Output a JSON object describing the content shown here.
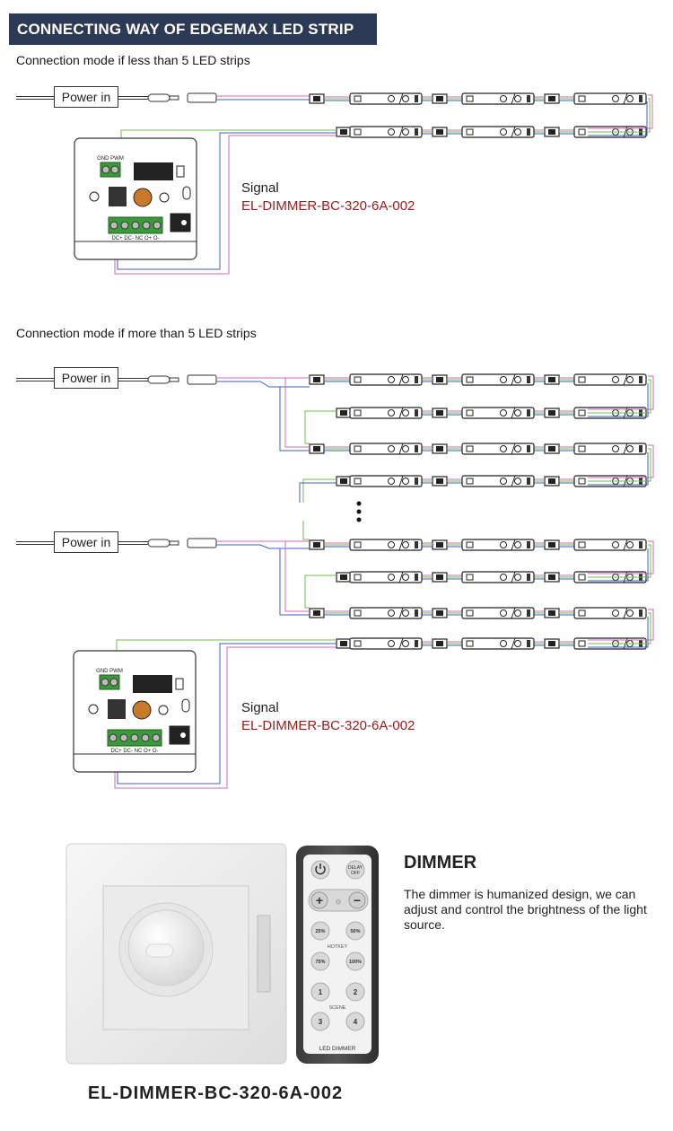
{
  "title": "CONNECTING WAY OF EDGEMAX LED STRIP",
  "section1": {
    "label": "Connection mode if less than 5 LED strips",
    "power_label": "Power in",
    "signal_label": "Signal",
    "model": "EL-DIMMER-BC-320-6A-002"
  },
  "section2": {
    "label": "Connection mode if more than 5 LED strips",
    "power_label": "Power in",
    "signal_label": "Signal",
    "model": "EL-DIMMER-BC-320-6A-002"
  },
  "controller_labels": {
    "pwm": "PWM",
    "gnd": "GND",
    "terminals": [
      "DC+",
      "DC-",
      "NC",
      "O+",
      "O-"
    ]
  },
  "remote": {
    "power_icon": "power-icon",
    "delay_off": [
      "DELAY",
      "OFF"
    ],
    "plus": "+",
    "minus": "−",
    "hotkey_label": "HOTKEY",
    "hotkeys": [
      "25%",
      "50%",
      "75%",
      "100%"
    ],
    "scene_label": "SCENE",
    "scenes": [
      "1",
      "2",
      "3",
      "4"
    ],
    "brand_label": "LED DIMMER"
  },
  "dimmer": {
    "heading": "DIMMER",
    "description": "The dimmer is humanized design, we can adjust and control the brightness of the light source.",
    "caption": "EL-DIMMER-BC-320-6A-002"
  },
  "colors": {
    "title_bar": "#2c3a56",
    "wire_green": "#6fbf4a",
    "wire_blue": "#3d5fc4",
    "wire_pink": "#d36ab8",
    "model_red": "#a01c1c"
  }
}
